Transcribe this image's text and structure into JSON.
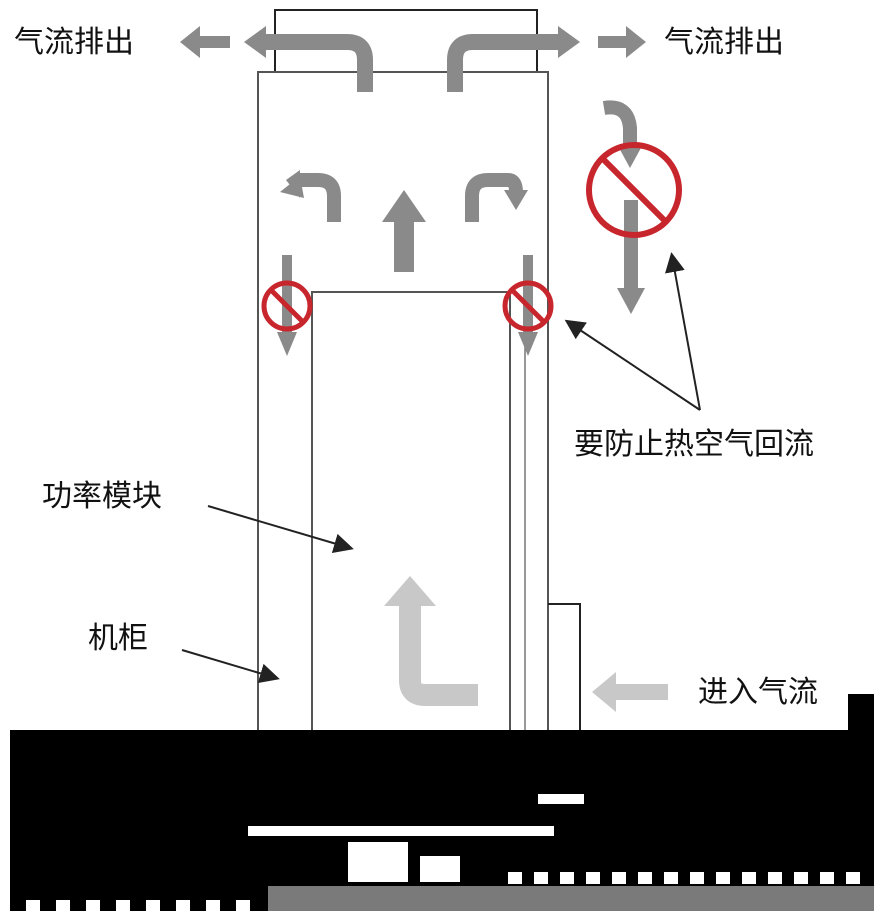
{
  "labels": {
    "exhaust_left": "气流排出",
    "exhaust_right": "气流排出",
    "prevent_backflow": "要防止热空气回流",
    "power_module": "功率模块",
    "cabinet": "机柜",
    "intake": "进入气流"
  },
  "colors": {
    "arrow_dark": "#8a8a8a",
    "arrow_light": "#c8c8c8",
    "prohibit_red": "#c8262d",
    "line": "#222222",
    "floor_black": "#000000",
    "floor_gray": "#7a7a7a"
  },
  "icons": {
    "prohibit": "prohibit-icon",
    "arrow": "arrow-icon"
  }
}
